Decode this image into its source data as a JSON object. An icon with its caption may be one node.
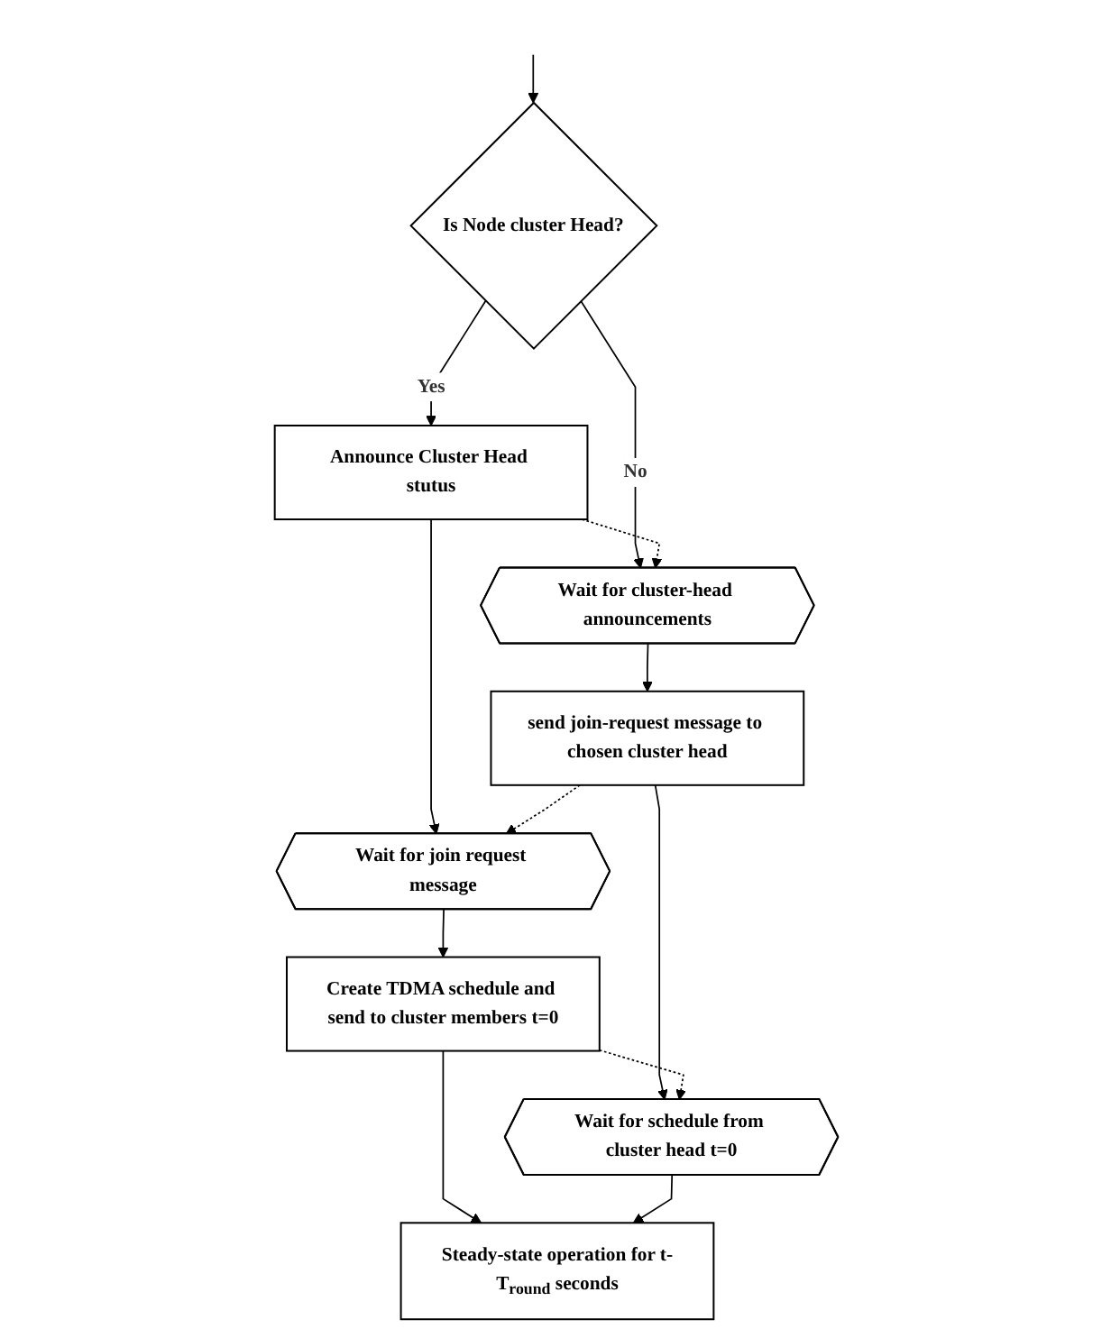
{
  "diagram": {
    "nodes": [
      {
        "text": [
          "Is Node cluster Head?"
        ]
      },
      {
        "text": [
          "Announce Cluster Head stutus"
        ]
      },
      {
        "text": [
          "Wait for cluster-head announcements"
        ]
      },
      {
        "text": [
          "Wait for join request message"
        ]
      },
      {
        "text": [
          "send join-request message to chosen cluster head"
        ]
      },
      {
        "text": [
          "Create TDMA schedule and send to cluster members t=0"
        ]
      },
      {
        "text": [
          "Wait for schedule from cluster head t=0"
        ]
      },
      {
        "text": [
          "Steady-state operation for t-T$_{round}$ seconds"
        ]
      }
    ],
    "edges": [
      {
        "from": null,
        "to": 0,
        "arrow": "to"
      },
      {
        "from": 0,
        "to": 1,
        "arrow": "to",
        "label": "Yes"
      },
      {
        "from": 0,
        "to": 2,
        "arrow": "to",
        "label": "No"
      },
      {
        "from": 1,
        "to": 2,
        "arrow": "to",
        "style": "dashed"
      },
      {
        "from": 1,
        "to": 3,
        "arrow": "to"
      },
      {
        "from": 2,
        "to": 4,
        "arrow": "to"
      },
      {
        "from": 4,
        "to": 3,
        "arrow": "to",
        "style": "dashed"
      },
      {
        "from": 3,
        "to": 5,
        "arrow": "to"
      },
      {
        "from": 4,
        "to": 6,
        "arrow": "to"
      },
      {
        "from": 5,
        "to": 6,
        "arrow": "to",
        "style": "dashed"
      },
      {
        "from": 5,
        "to": 7,
        "arrow": "to"
      },
      {
        "from": 6,
        "to": 7,
        "arrow": "to"
      }
    ]
  }
}
